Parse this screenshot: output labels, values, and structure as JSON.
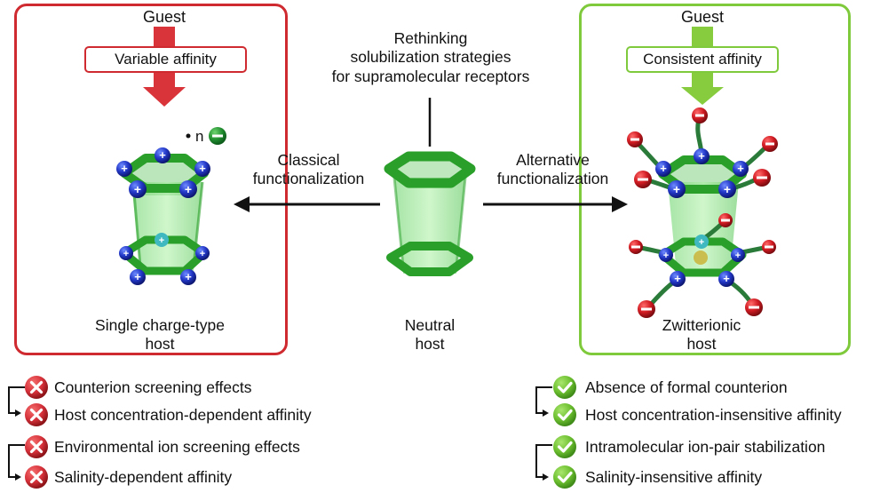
{
  "center": {
    "title_lines": [
      "Rethinking",
      "solubilization strategies",
      "for supramolecular receptors"
    ],
    "neutral_lines": [
      "Neutral",
      "host"
    ]
  },
  "arrows": {
    "left_lines": [
      "Classical",
      "functionalization"
    ],
    "right_lines": [
      "Alternative",
      "functionalization"
    ]
  },
  "left_panel": {
    "guest": "Guest",
    "affinity": "Variable affinity",
    "counterion": "n",
    "host_lines": [
      "Single charge-type",
      "host"
    ],
    "border_color": "#cf2a2f",
    "arrow_color": "#d9343a",
    "items": [
      "Counterion screening effects",
      "Host concentration-dependent affinity",
      "Environmental ion screening effects",
      "Salinity-dependent affinity"
    ]
  },
  "right_panel": {
    "guest": "Guest",
    "affinity": "Consistent affinity",
    "host_lines": [
      "Zwitterionic",
      "host"
    ],
    "border_color": "#7fca3c",
    "arrow_color": "#86cc3e",
    "items": [
      "Absence of formal counterion",
      "Host concentration-insensitive affinity",
      "Intramolecular ion-pair stabilization",
      "Salinity-insensitive affinity"
    ]
  },
  "icons": {
    "negative": "x-circle-icon",
    "positive": "check-circle-icon",
    "cation": "plus-sphere-icon",
    "anion": "minus-sphere-icon"
  }
}
